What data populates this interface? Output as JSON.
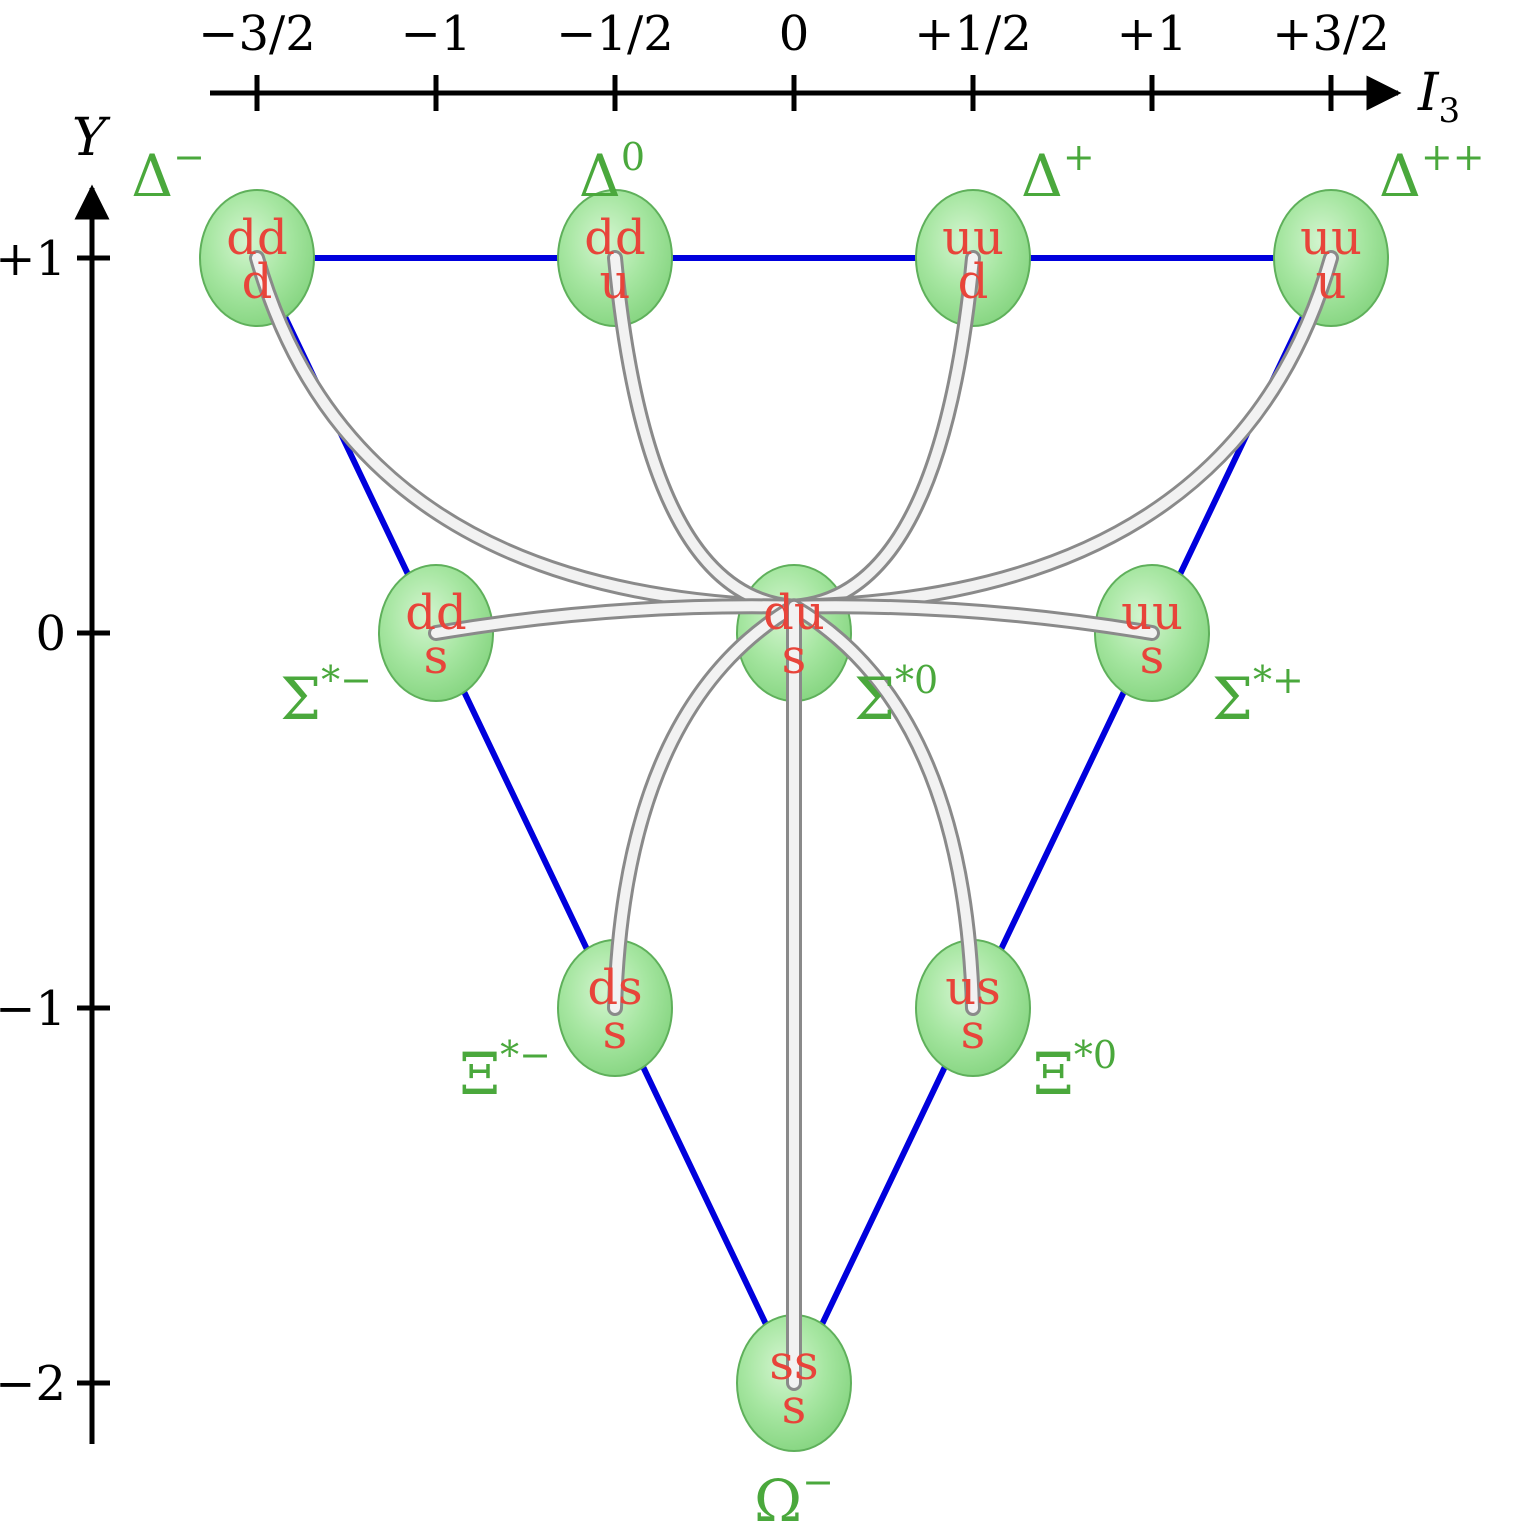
{
  "axes": {
    "x_label": "I",
    "x_label_sub": "3",
    "y_label": "Y",
    "x_ticks": [
      {
        "value": -1.5,
        "label": "−3/2"
      },
      {
        "value": -1,
        "label": "−1"
      },
      {
        "value": -0.5,
        "label": "−1/2"
      },
      {
        "value": 0,
        "label": "0"
      },
      {
        "value": 0.5,
        "label": "+1/2"
      },
      {
        "value": 1,
        "label": "+1"
      },
      {
        "value": 1.5,
        "label": "+3/2"
      }
    ],
    "y_ticks": [
      {
        "value": 1,
        "label": "+1"
      },
      {
        "value": 0,
        "label": "0"
      },
      {
        "value": -1,
        "label": "−1"
      },
      {
        "value": -2,
        "label": "−2"
      }
    ]
  },
  "colors": {
    "axis": "#000000",
    "triangle": "#0000dd",
    "node_fill": "#9ee39a",
    "node_stroke": "#5fb05b",
    "quark_text": "#e8443a",
    "particle_label": "#4aa83c",
    "string": "#f2f2f2"
  },
  "center": {
    "i3": 0,
    "y": 0.07
  },
  "particles": [
    {
      "id": "delta-minus",
      "name": "Δ",
      "sup": "−",
      "i3": -1.5,
      "y": 1,
      "quarks_top": "dd",
      "quarks_bottom": "d",
      "label_side": "above-left"
    },
    {
      "id": "delta-zero",
      "name": "Δ",
      "sup": "0",
      "i3": -0.5,
      "y": 1,
      "quarks_top": "dd",
      "quarks_bottom": "u",
      "label_side": "above-left"
    },
    {
      "id": "delta-plus",
      "name": "Δ",
      "sup": "+",
      "i3": 0.5,
      "y": 1,
      "quarks_top": "uu",
      "quarks_bottom": "d",
      "label_side": "above-right"
    },
    {
      "id": "delta-plusplus",
      "name": "Δ",
      "sup": "++",
      "i3": 1.5,
      "y": 1,
      "quarks_top": "uu",
      "quarks_bottom": "u",
      "label_side": "above-right"
    },
    {
      "id": "sigma-star-minus",
      "name": "Σ",
      "sup": "*−",
      "i3": -1,
      "y": 0,
      "quarks_top": "dd",
      "quarks_bottom": "s",
      "label_side": "below-left"
    },
    {
      "id": "sigma-star-zero",
      "name": "Σ",
      "sup": "*0",
      "i3": 0,
      "y": 0,
      "quarks_top": "du",
      "quarks_bottom": "s",
      "label_side": "below-right"
    },
    {
      "id": "sigma-star-plus",
      "name": "Σ",
      "sup": "*+",
      "i3": 1,
      "y": 0,
      "quarks_top": "uu",
      "quarks_bottom": "s",
      "label_side": "below-right"
    },
    {
      "id": "xi-star-minus",
      "name": "Ξ",
      "sup": "*−",
      "i3": -0.5,
      "y": -1,
      "quarks_top": "ds",
      "quarks_bottom": "s",
      "label_side": "below-left"
    },
    {
      "id": "xi-star-zero",
      "name": "Ξ",
      "sup": "*0",
      "i3": 0.5,
      "y": -1,
      "quarks_top": "us",
      "quarks_bottom": "s",
      "label_side": "below-right"
    },
    {
      "id": "omega-minus",
      "name": "Ω",
      "sup": "−",
      "i3": 0,
      "y": -2,
      "quarks_top": "ss",
      "quarks_bottom": "s",
      "label_side": "below"
    }
  ]
}
